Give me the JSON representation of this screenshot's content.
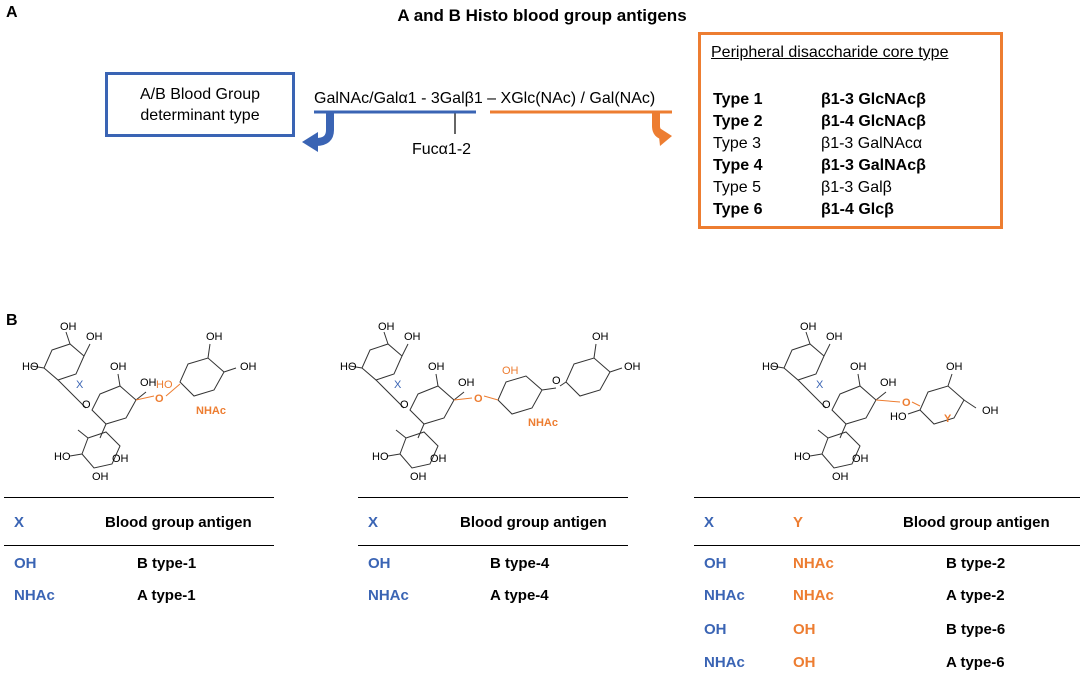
{
  "panelA": {
    "label": "A",
    "title": "A and B Histo blood group antigens",
    "determinant_box": "A/B Blood Group determinant type",
    "formula": {
      "part1": "GalNAc/Galα1 - 3Galβ1 – ",
      "part2": "XGlc(NAc) / Gal(NAc)",
      "branch": "Fucα1-2"
    },
    "core_box": {
      "heading": "Peripheral disaccharide core type",
      "rows": [
        {
          "type": "Type 1",
          "linkage": "β1-3 GlcNAcβ",
          "bold": true
        },
        {
          "type": "Type 2",
          "linkage": "β1-4 GlcNAcβ",
          "bold": true
        },
        {
          "type": "Type 3",
          "linkage": "β1-3 GalNAcα",
          "bold": false
        },
        {
          "type": "Type 4",
          "linkage": "β1-3 GalNAcβ",
          "bold": true
        },
        {
          "type": "Type 5",
          "linkage": "β1-3 Galβ",
          "bold": false
        },
        {
          "type": "Type 6",
          "linkage": "β1-4 Glcβ",
          "bold": true
        }
      ]
    },
    "colors": {
      "blue": "#3a64b4",
      "orange": "#ed7d31"
    }
  },
  "panelB": {
    "label": "B",
    "structures": [
      {
        "x_label": "X",
        "linker_o": "O",
        "highlight_oh": "HO",
        "sub": "NHAc",
        "y_label": ""
      },
      {
        "x_label": "X",
        "linker_o": "O",
        "highlight_oh": "OH",
        "sub": "NHAc",
        "y_label": ""
      },
      {
        "x_label": "X",
        "linker_o": "O",
        "highlight_oh": "",
        "sub": "",
        "y_label": "Y"
      }
    ],
    "table1": {
      "headers": [
        "X",
        "Blood group antigen"
      ],
      "rows": [
        [
          "OH",
          "B type-1"
        ],
        [
          "NHAc",
          "A type-1"
        ]
      ]
    },
    "table2": {
      "headers": [
        "X",
        "Blood group antigen"
      ],
      "rows": [
        [
          "OH",
          "B type-4"
        ],
        [
          "NHAc",
          "A type-4"
        ]
      ]
    },
    "table3": {
      "headers": [
        "X",
        "Y",
        "Blood group antigen"
      ],
      "rows": [
        [
          "OH",
          "NHAc",
          "B type-2"
        ],
        [
          "NHAc",
          "NHAc",
          "A type-2"
        ],
        [
          "OH",
          "OH",
          "B type-6"
        ],
        [
          "NHAc",
          "OH",
          "A type-6"
        ]
      ]
    }
  }
}
